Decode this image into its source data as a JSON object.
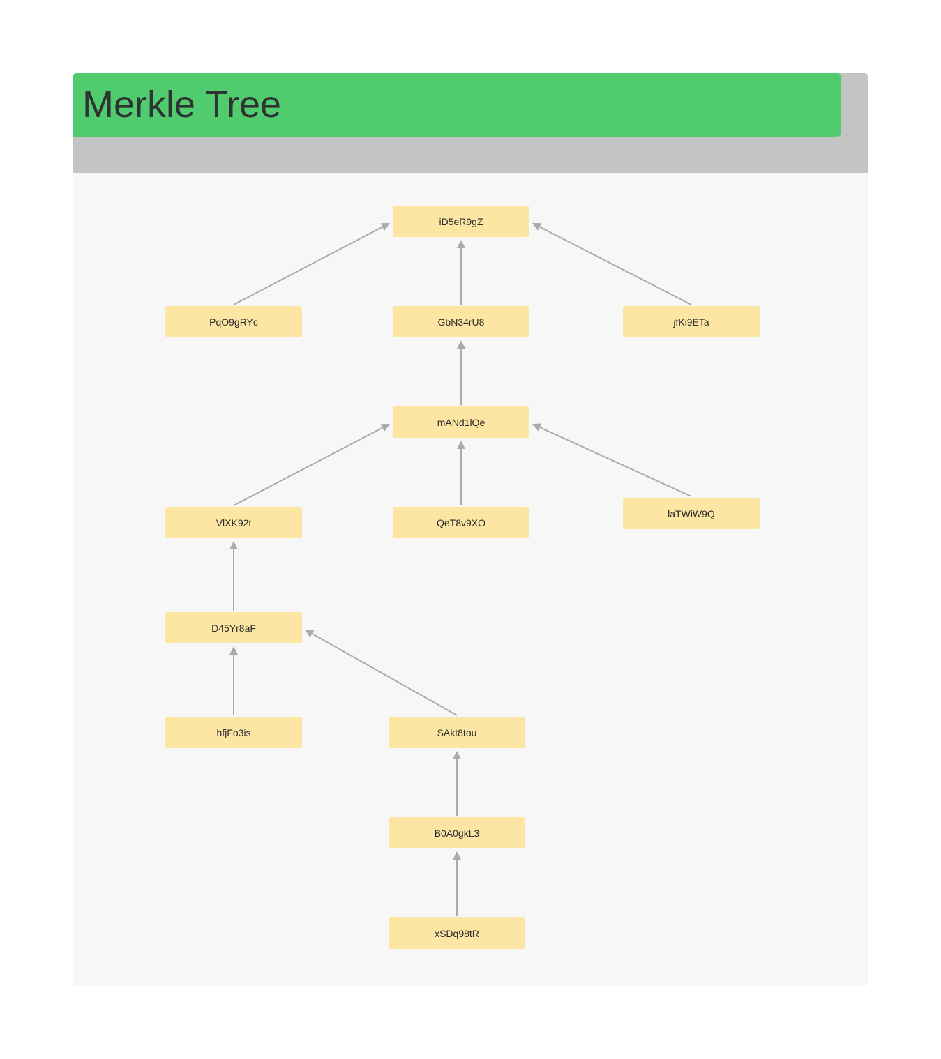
{
  "title": "Merkle Tree",
  "colors": {
    "title_bar": "#50cc6f",
    "header_band": "#c4c4c4",
    "canvas": "#f7f7f7",
    "node_fill": "#fde6a4",
    "edge": "#aaaaaa"
  },
  "nodes": [
    {
      "id": "n0",
      "label": "iD5eR9gZ"
    },
    {
      "id": "n1",
      "label": "PqO9gRYc"
    },
    {
      "id": "n2",
      "label": "GbN34rU8"
    },
    {
      "id": "n3",
      "label": "jfKi9ETa"
    },
    {
      "id": "n4",
      "label": "mANd1lQe"
    },
    {
      "id": "n5",
      "label": "VlXK92t"
    },
    {
      "id": "n6",
      "label": "QeT8v9XO"
    },
    {
      "id": "n7",
      "label": "laTWiW9Q"
    },
    {
      "id": "n8",
      "label": "D45Yr8aF"
    },
    {
      "id": "n9",
      "label": "hfjFo3is"
    },
    {
      "id": "n10",
      "label": "SAkt8tou"
    },
    {
      "id": "n11",
      "label": "B0A0gkL3"
    },
    {
      "id": "n12",
      "label": "xSDq98tR"
    }
  ],
  "edges": [
    {
      "from": "n1",
      "to": "n0"
    },
    {
      "from": "n2",
      "to": "n0"
    },
    {
      "from": "n3",
      "to": "n0"
    },
    {
      "from": "n4",
      "to": "n2"
    },
    {
      "from": "n5",
      "to": "n4"
    },
    {
      "from": "n6",
      "to": "n4"
    },
    {
      "from": "n7",
      "to": "n4"
    },
    {
      "from": "n8",
      "to": "n5"
    },
    {
      "from": "n9",
      "to": "n8"
    },
    {
      "from": "n10",
      "to": "n8"
    },
    {
      "from": "n11",
      "to": "n10"
    },
    {
      "from": "n12",
      "to": "n11"
    }
  ]
}
